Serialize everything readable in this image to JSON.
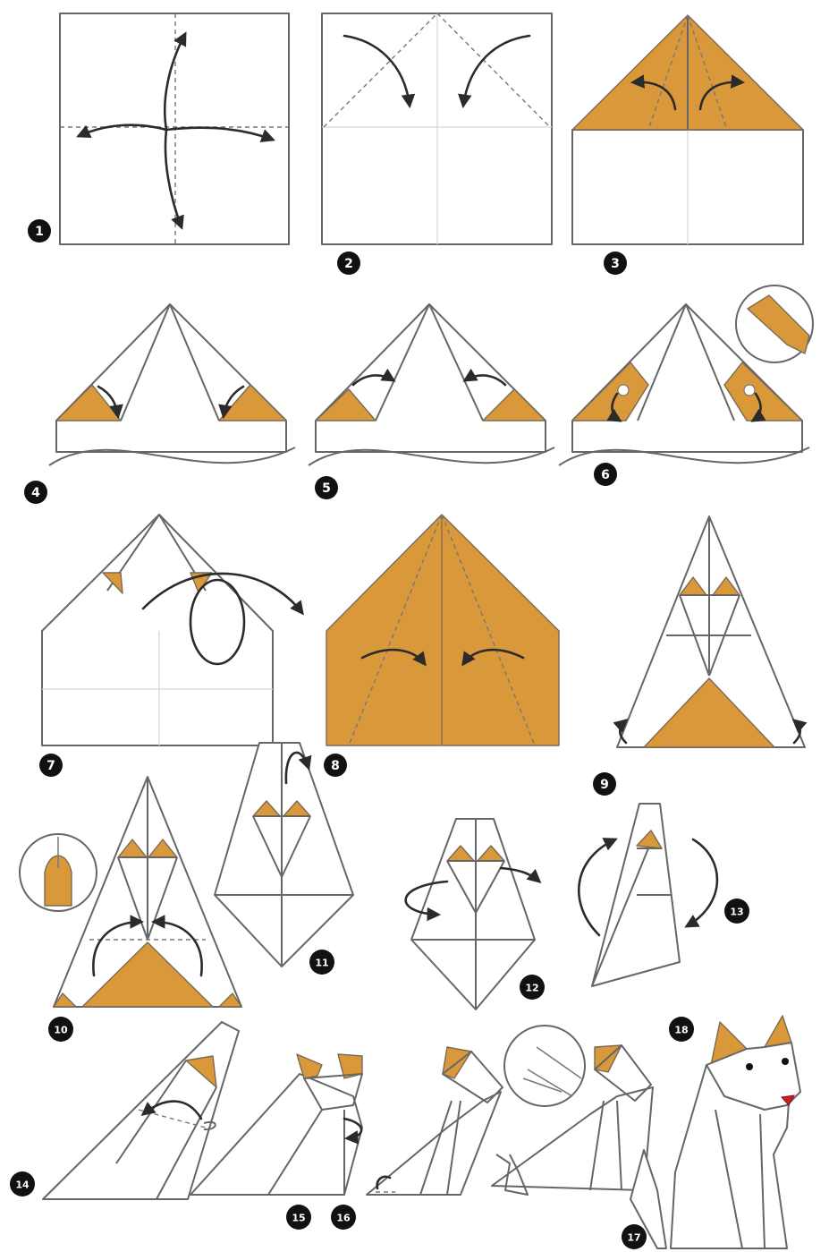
{
  "colors": {
    "accent": "#d9993b",
    "line": "#666666",
    "badge": "#111111"
  },
  "steps": [
    {
      "number": "1"
    },
    {
      "number": "2"
    },
    {
      "number": "3"
    },
    {
      "number": "4"
    },
    {
      "number": "5"
    },
    {
      "number": "6"
    },
    {
      "number": "7"
    },
    {
      "number": "8"
    },
    {
      "number": "9"
    },
    {
      "number": "10"
    },
    {
      "number": "11"
    },
    {
      "number": "12"
    },
    {
      "number": "13"
    },
    {
      "number": "14"
    },
    {
      "number": "15"
    },
    {
      "number": "16"
    },
    {
      "number": "17"
    },
    {
      "number": "18"
    }
  ]
}
